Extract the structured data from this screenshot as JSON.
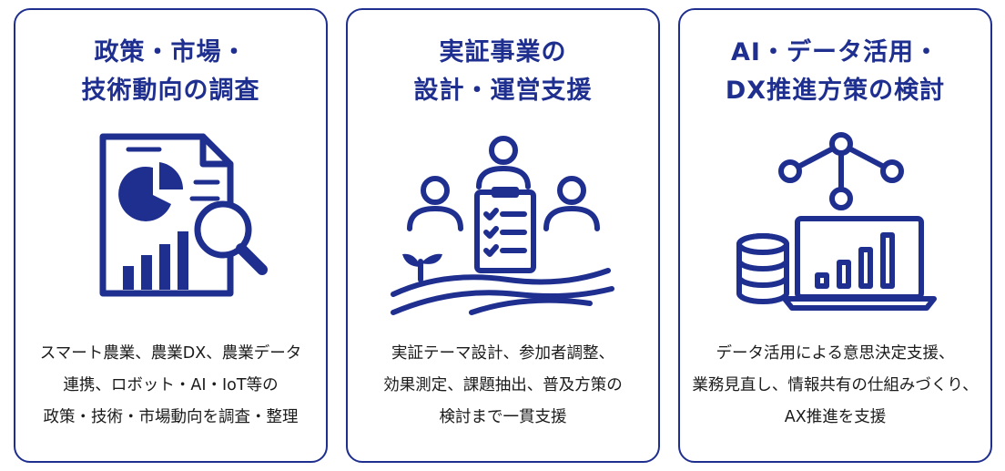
{
  "cards": [
    {
      "title_lines": [
        "政策・市場・",
        "技術動向の調査"
      ],
      "icon": "document-pie-chart-magnifier-icon",
      "desc_lines": [
        "スマート農業、農業DX、農業データ",
        "連携、ロボット・AI・IoT等の",
        "政策・技術・市場動向を調査・整理"
      ]
    },
    {
      "title_lines": [
        "実証事業の",
        "設計・運営支援"
      ],
      "icon": "people-clipboard-field-icon",
      "desc_lines": [
        "実証テーマ設計、参加者調整、",
        "効果測定、課題抽出、普及方策の",
        "検討まで一貫支援"
      ]
    },
    {
      "title_lines": [
        "AI・データ活用・",
        "DX推進方策の検討"
      ],
      "icon": "network-database-laptop-chart-icon",
      "desc_lines": [
        "データ活用による意思決定支援、",
        "業務見直し、情報共有の仕組みづくり、",
        "AX推進を支援"
      ]
    }
  ],
  "colors": {
    "accent": "#1f2f8f",
    "text": "#1b1b1b"
  }
}
